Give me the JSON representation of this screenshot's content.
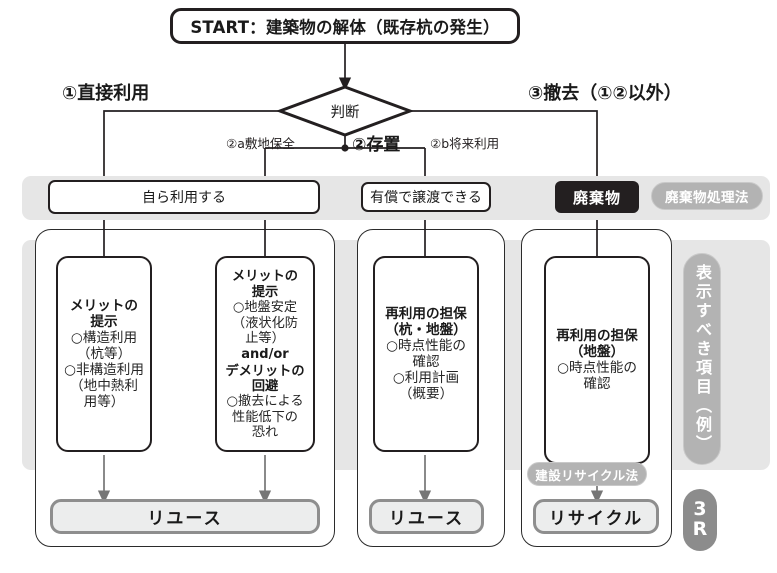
{
  "diagram": {
    "start": {
      "label": "START：建築物の解体（既存杭の発生）"
    },
    "decision": {
      "label": "判断"
    },
    "branches": {
      "b1": "①直接利用",
      "b2": "②存置",
      "b2a": "②a敷地保全",
      "b2b": "②b将来利用",
      "b3": "③撤去（①②以外）"
    },
    "row_middle": [
      {
        "name": "self-use",
        "label": "自ら利用する",
        "style": "white"
      },
      {
        "name": "paid-transfer",
        "label": "有償で譲渡できる",
        "style": "white"
      },
      {
        "name": "waste",
        "label": "廃棄物",
        "style": "dark"
      }
    ],
    "laws": {
      "waste_law": "廃棄物処理法",
      "recycle_law": "建設リサイクル法"
    },
    "side_label": "表示すべき項目（例）",
    "badge_3r": {
      "line1": "3",
      "line2": "R"
    },
    "details": [
      {
        "name": "merit-structural",
        "blocks": [
          {
            "type": "head",
            "lines": [
              "メリットの",
              "提示"
            ]
          },
          {
            "type": "item",
            "lines": [
              "○構造利用",
              "（杭等）"
            ]
          },
          {
            "type": "item",
            "lines": [
              "○非構造利用",
              "（地中熱利",
              "用等）"
            ]
          }
        ]
      },
      {
        "name": "merit-ground",
        "blocks": [
          {
            "type": "head",
            "lines": [
              "メリットの",
              "提示"
            ]
          },
          {
            "type": "item",
            "lines": [
              "○地盤安定",
              "（液状化防",
              "止等）"
            ]
          },
          {
            "type": "andor",
            "lines": [
              "and/or"
            ]
          },
          {
            "type": "head",
            "lines": [
              "デメリットの",
              "回避"
            ]
          },
          {
            "type": "item",
            "lines": [
              "○撤去による",
              "性能低下の",
              "恐れ"
            ]
          }
        ]
      },
      {
        "name": "reuse-guarantee-pile-ground",
        "blocks": [
          {
            "type": "head",
            "lines": [
              "再利用の担保",
              "（杭・地盤）"
            ]
          },
          {
            "type": "item",
            "lines": [
              "○時点性能の",
              "確認"
            ]
          },
          {
            "type": "item",
            "lines": [
              "○利用計画",
              "（概要）"
            ]
          }
        ]
      },
      {
        "name": "reuse-guarantee-ground",
        "blocks": [
          {
            "type": "head",
            "lines": [
              "再利用の担保",
              "（地盤）"
            ]
          },
          {
            "type": "item",
            "lines": [
              "○時点性能の",
              "確認"
            ]
          }
        ]
      }
    ],
    "outcomes": [
      {
        "name": "reuse-left",
        "label": "リユース"
      },
      {
        "name": "reuse-middle",
        "label": "リユース"
      },
      {
        "name": "recycle",
        "label": "リサイクル"
      }
    ]
  },
  "colors": {
    "ink": "#231f20",
    "band": "#e6e6e6",
    "pill": "#b3b3b3",
    "outcome_border": "#8e8e8e",
    "outcome_fill": "#eceded",
    "arrow_gray": "#767676"
  }
}
